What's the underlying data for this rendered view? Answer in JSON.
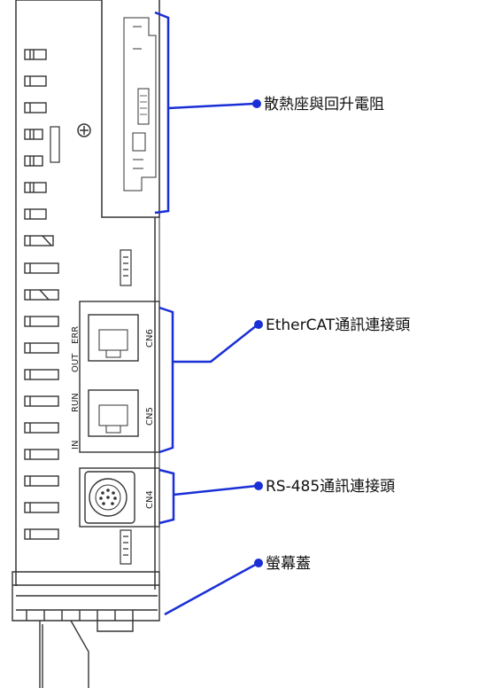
{
  "callouts": {
    "heatsink": "散熱座與回升電阻",
    "ethercat": "EtherCAT通訊連接頭",
    "rs485": "RS-485通訊連接頭",
    "cover": "螢幕蓋"
  },
  "port_labels": {
    "err": "ERR",
    "out": "OUT",
    "run": "RUN",
    "in": "IN",
    "cn6": "CN6",
    "cn5": "CN5",
    "cn4": "CN4"
  },
  "colors": {
    "callout_line": "#1a2fd6",
    "outline": "#333333"
  }
}
